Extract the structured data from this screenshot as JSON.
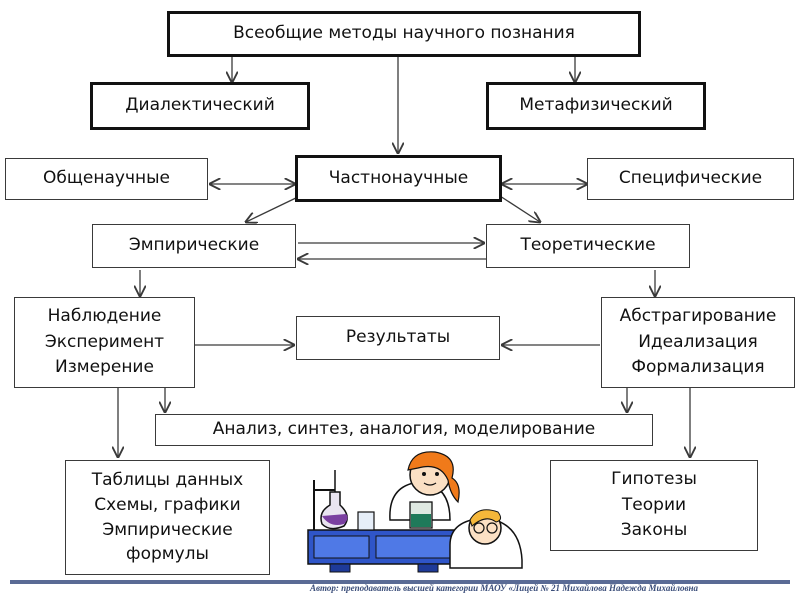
{
  "diagram": {
    "title": "Всеобщие методы научного познания",
    "dialectical": "Диалектический",
    "metaphysical": "Метафизический",
    "general_scientific": "Общенаучные",
    "particular_scientific": "Частнонаучные",
    "specific": "Специфические",
    "empirical": "Эмпирические",
    "theoretical": "Теоретические",
    "empirical_methods": [
      "Наблюдение",
      "Эксперимент",
      "Измерение"
    ],
    "results": "Результаты",
    "theoretical_methods": [
      "Абстрагирование",
      "Идеализация",
      "Формализация"
    ],
    "analysis": "Анализ, синтез, аналогия, моделирование",
    "empirical_outputs": [
      "Таблицы данных",
      "Схемы, графики",
      "Эмпирические",
      "формулы"
    ],
    "theoretical_outputs": [
      "Гипотезы",
      "Теории",
      "Законы"
    ]
  },
  "footer": {
    "author": "Автор: преподаватель высшей категории МАОУ «Лицей № 21 Михайлова Надежда Михайловна"
  },
  "colors": {
    "line": "#3a3a3a",
    "footer_bar": "#5a6b95",
    "flask_liquid": "#7a3fa0",
    "table_blue": "#2f55c8",
    "hair": "#f07a1a"
  }
}
